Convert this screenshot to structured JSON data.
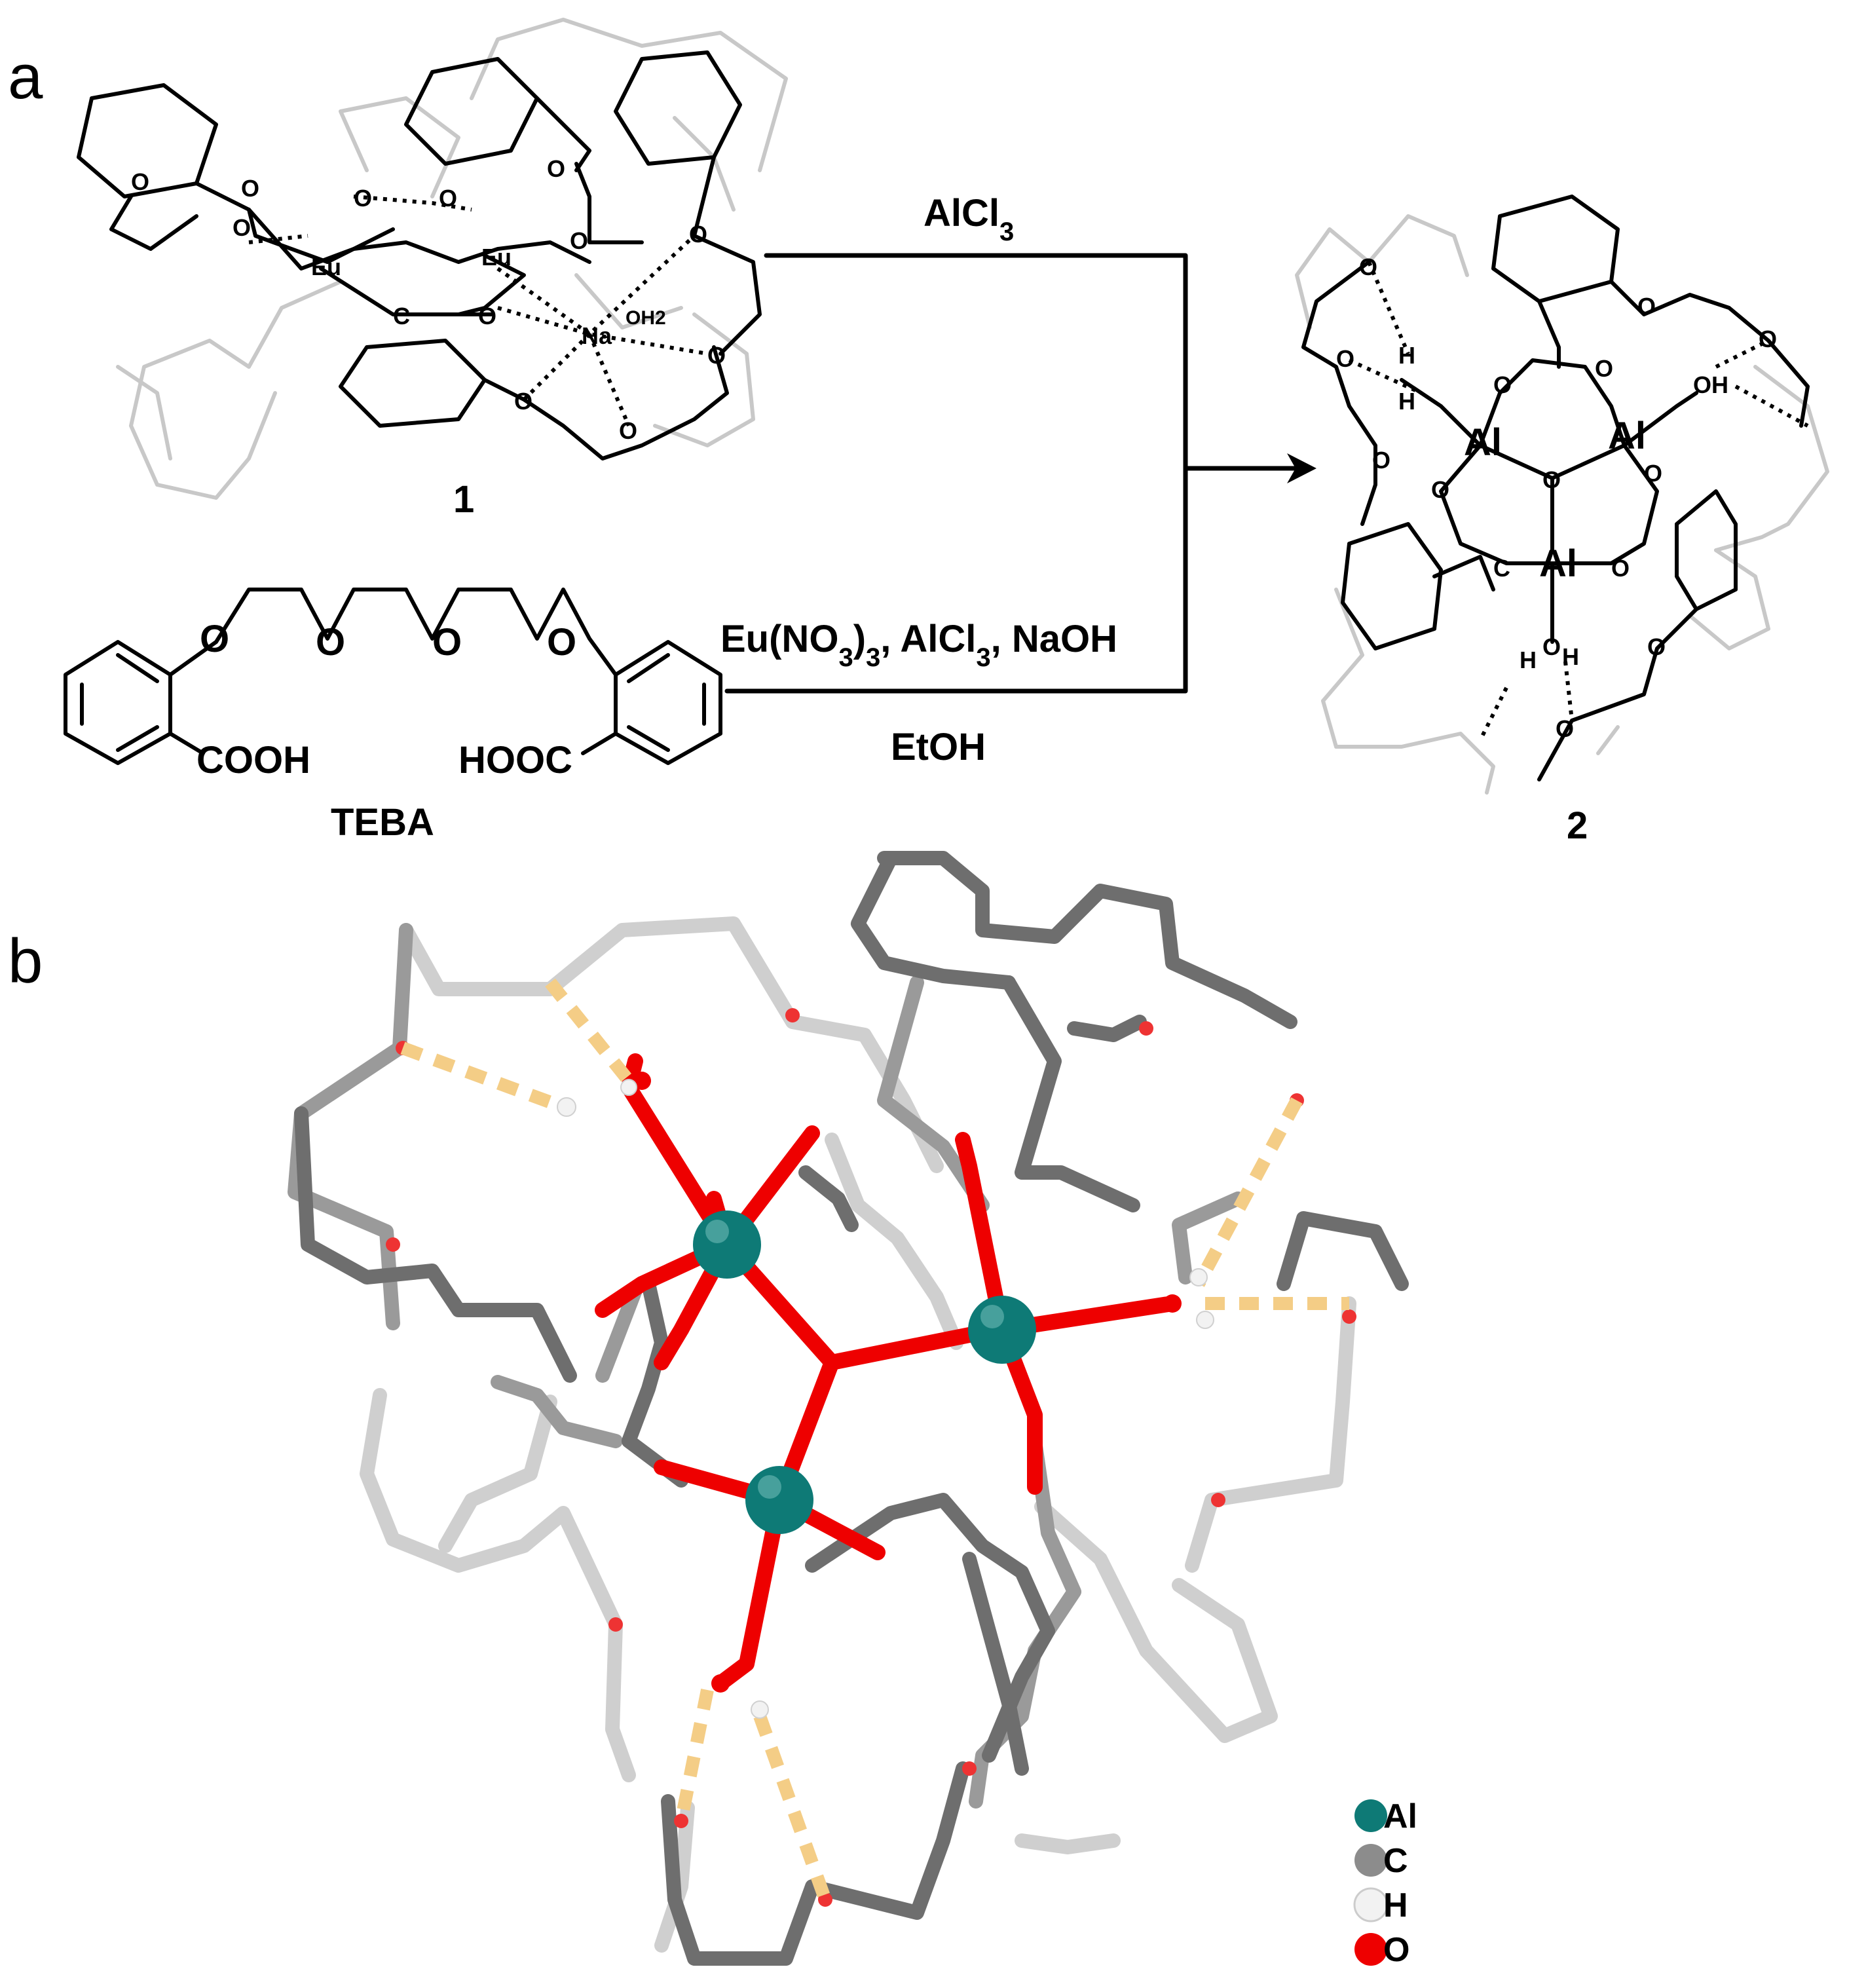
{
  "panels": {
    "a": "a",
    "b": "b"
  },
  "scheme": {
    "compound1": {
      "label": "1",
      "atoms": {
        "eu1": "Eu",
        "eu2": "Eu",
        "na": "Na",
        "water": "OH2",
        "o": "O",
        "c": "C"
      }
    },
    "compound2": {
      "label": "2",
      "atoms": {
        "al": "Al",
        "o": "O",
        "c": "C",
        "h": "H",
        "oh": "OH"
      }
    },
    "teba": {
      "label": "TEBA",
      "cooh": "COOH",
      "hooc": "HOOC",
      "o": "O"
    },
    "arrow_top_reagent": {
      "main": "AlCl",
      "sub": "3"
    },
    "arrow_bottom_reagent": {
      "eu": "Eu(NO",
      "sub3a": "3",
      "close": ")",
      "sub3b": "3",
      "alcl": ", AlCl",
      "sub3c": "3",
      "naoh": ", NaOH"
    },
    "arrow_bottom_solvent": "EtOH"
  },
  "legend": [
    {
      "symbol": "Al",
      "color": "#0e7a76"
    },
    {
      "symbol": "C",
      "color": "#8c8c8c"
    },
    {
      "symbol": "H",
      "color": "#f2f2f2"
    },
    {
      "symbol": "O",
      "color": "#ee0000"
    }
  ],
  "colors": {
    "aluminium": "#0e7a76",
    "oxygen": "#ee0000",
    "hbond": "#f4cd86",
    "carbon_dark": "#6e6e6e",
    "carbon_light": "#cfcfcf"
  }
}
